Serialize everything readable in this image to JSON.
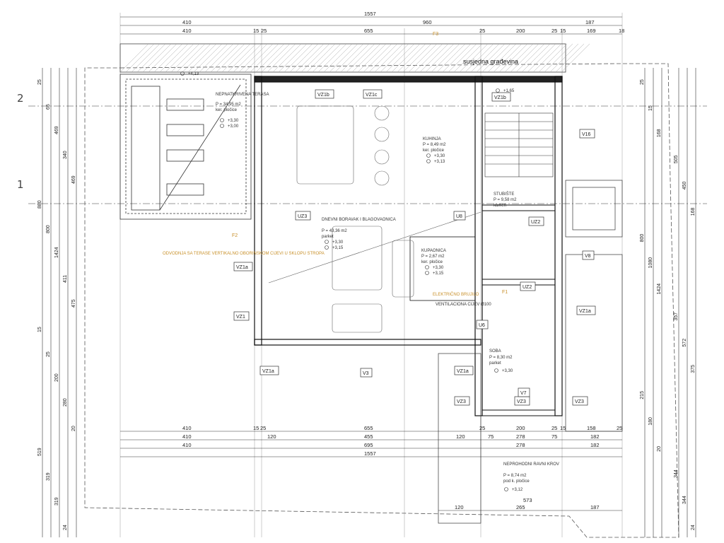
{
  "neighbor_label": "susjedna građevina",
  "axes": [
    "2",
    "1"
  ],
  "facades": [
    "F1",
    "F2",
    "F3"
  ],
  "top_dims": {
    "overall": "1557",
    "row1": [
      "410",
      "960",
      "187"
    ],
    "row2": [
      "410",
      "15",
      "25",
      "655",
      "25",
      "200",
      "25",
      "15",
      "169",
      "18"
    ]
  },
  "bottom_dims": {
    "overall": "1557",
    "row1": [
      "410",
      "15",
      "25",
      "655",
      "25",
      "200",
      "25",
      "15",
      "158",
      "25"
    ],
    "row2": [
      "410",
      "120",
      "455",
      "120",
      "75",
      "278",
      "75",
      "182"
    ],
    "row3": [
      "410",
      "695",
      "278",
      "182"
    ],
    "row4": [
      "120",
      "265",
      "187"
    ],
    "extra": "573"
  },
  "left_dims": [
    "25",
    "65",
    "469",
    "340",
    "469",
    "880",
    "800",
    "1424",
    "411",
    "475",
    "15",
    "25",
    "200",
    "280",
    "20",
    "519",
    "319",
    "319",
    "24"
  ],
  "right_dims": [
    "25",
    "15",
    "168",
    "505",
    "450",
    "168",
    "800",
    "1080",
    "1424",
    "357",
    "572",
    "375",
    "215",
    "180",
    "20",
    "344",
    "344",
    "24"
  ],
  "rooms": [
    {
      "name": "NEPNATKRIVENA TERASA",
      "area": "P = 34,95 m2",
      "floor": "ker. pločice"
    },
    {
      "name": "KUHINJA",
      "area": "P = 8,49 m2",
      "floor": "ker. pločice"
    },
    {
      "name": "DNEVNI BORAVAK I BLAGOVAONICA",
      "area": "P = 43,36 m2",
      "floor": "parket"
    },
    {
      "name": "STUBIŠTE",
      "area": "P = 9,58 m2",
      "floor": "kamen"
    },
    {
      "name": "KUPAONICA",
      "area": "P = 2,67 m2",
      "floor": "ker. pločice"
    },
    {
      "name": "SOBA",
      "area": "P = 8,30 m2",
      "floor": "parket"
    },
    {
      "name": "NEPROHODNI RAVNI KROV",
      "area": "P = 8,74 m2",
      "floor": "pod k. pločice"
    }
  ],
  "window_tags": [
    "VZ1b",
    "VZ1c",
    "VZ1b",
    "VZ1a",
    "VZ1",
    "VZ1a",
    "VZ1a",
    "VZ1a",
    "VZ3",
    "VZ3",
    "VZ3",
    "UZ3",
    "UZ2",
    "UZ2",
    "U8",
    "U6",
    "V3",
    "V7",
    "V8",
    "V16"
  ],
  "levels": [
    "+4,13",
    "+3,30",
    "+3,00",
    "+3,30",
    "+3,13",
    "+3,30",
    "+3,15",
    "+3,30",
    "+3,15",
    "+1,65",
    "+3,30",
    "+3,12"
  ],
  "notes": [
    "ODVODNJA SA TERASE VERTIKALNO OBORINSKOM CIJEVI U SKLOPU STROPA",
    "ELEKTRIČNO BRUJILO",
    "VENTILACIONA CIJEV Ø100"
  ]
}
